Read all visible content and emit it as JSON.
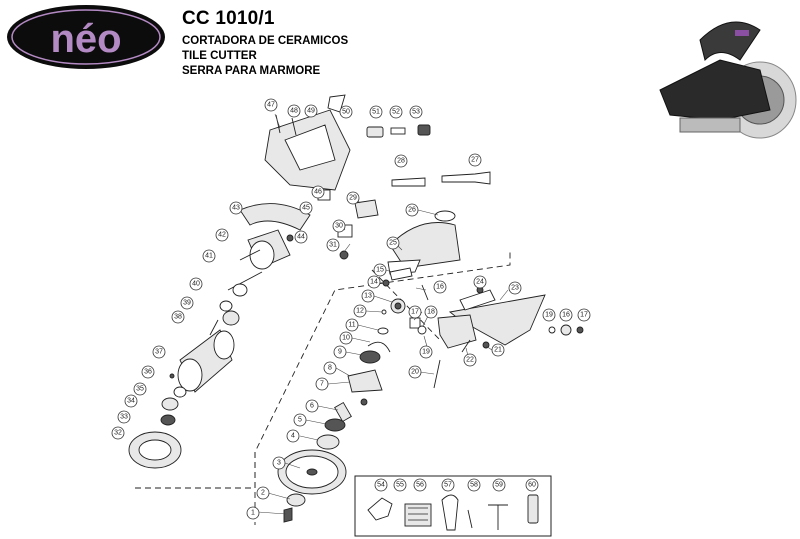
{
  "brand": {
    "logo_text": "néo",
    "accent": "#b48ac4",
    "logo_bg": "#0c0c0c"
  },
  "header": {
    "model": "CC 1010/1",
    "line1": "CORTADORA DE CERAMICOS",
    "line2": "TILE CUTTER",
    "line3": "SERRA PARA MARMORE"
  },
  "callouts": [
    "1",
    "2",
    "3",
    "4",
    "5",
    "6",
    "7",
    "8",
    "9",
    "10",
    "11",
    "12",
    "13",
    "14",
    "15",
    "16",
    "17",
    "18",
    "19",
    "20",
    "21",
    "22",
    "23",
    "24",
    "25",
    "26",
    "27",
    "28",
    "29",
    "30",
    "31",
    "32",
    "33",
    "34",
    "35",
    "36",
    "37",
    "38",
    "39",
    "40",
    "41",
    "42",
    "43",
    "44",
    "45",
    "46",
    "47",
    "48",
    "49",
    "50",
    "51",
    "52",
    "53",
    "54",
    "55",
    "56",
    "57",
    "58",
    "59",
    "60"
  ]
}
